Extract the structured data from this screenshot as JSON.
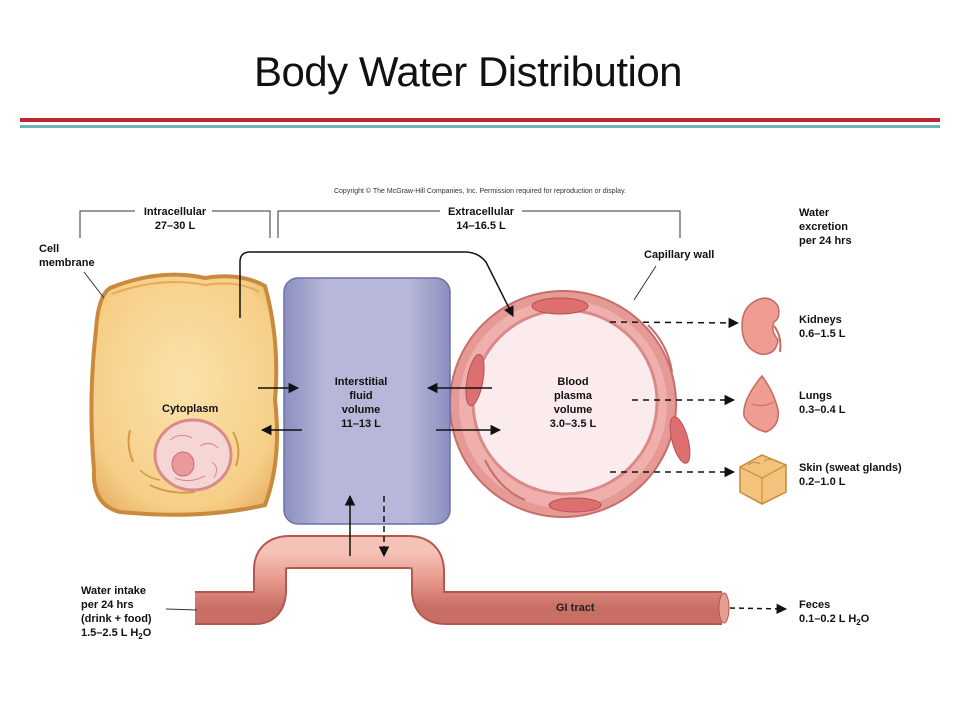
{
  "title": "Body Water Distribution",
  "copyright": "Copyright © The McGraw-Hill Companies, Inc. Permission required for reproduction or display.",
  "compartments": {
    "intracellular": {
      "name": "Intracellular",
      "volume": "27–30 L"
    },
    "extracellular": {
      "name": "Extracellular",
      "volume": "14–16.5 L"
    }
  },
  "labels": {
    "cell_membrane_1": "Cell",
    "cell_membrane_2": "membrane",
    "cytoplasm": "Cytoplasm",
    "interstitial_1": "Interstitial",
    "interstitial_2": "fluid",
    "interstitial_3": "volume",
    "interstitial_4": "11–13 L",
    "plasma_1": "Blood",
    "plasma_2": "plasma",
    "plasma_3": "volume",
    "plasma_4": "3.0–3.5 L",
    "capillary_wall": "Capillary wall",
    "gi_tract": "GI tract"
  },
  "excretion": {
    "heading_1": "Water",
    "heading_2": "excretion",
    "heading_3": "per 24 hrs",
    "kidneys_name": "Kidneys",
    "kidneys_value": "0.6–1.5 L",
    "lungs_name": "Lungs",
    "lungs_value": "0.3–0.4 L",
    "skin_name": "Skin (sweat glands)",
    "skin_value": "0.2–1.0 L",
    "feces_name": "Feces",
    "feces_value_pre": "0.1–0.2 L H",
    "feces_value_sub": "2",
    "feces_value_post": "O"
  },
  "intake": {
    "line_1": "Water intake",
    "line_2": "per 24 hrs",
    "line_3": "(drink + food)",
    "line_4_pre": "1.5–2.5 L H",
    "line_4_sub": "2",
    "line_4_post": "O"
  }
}
